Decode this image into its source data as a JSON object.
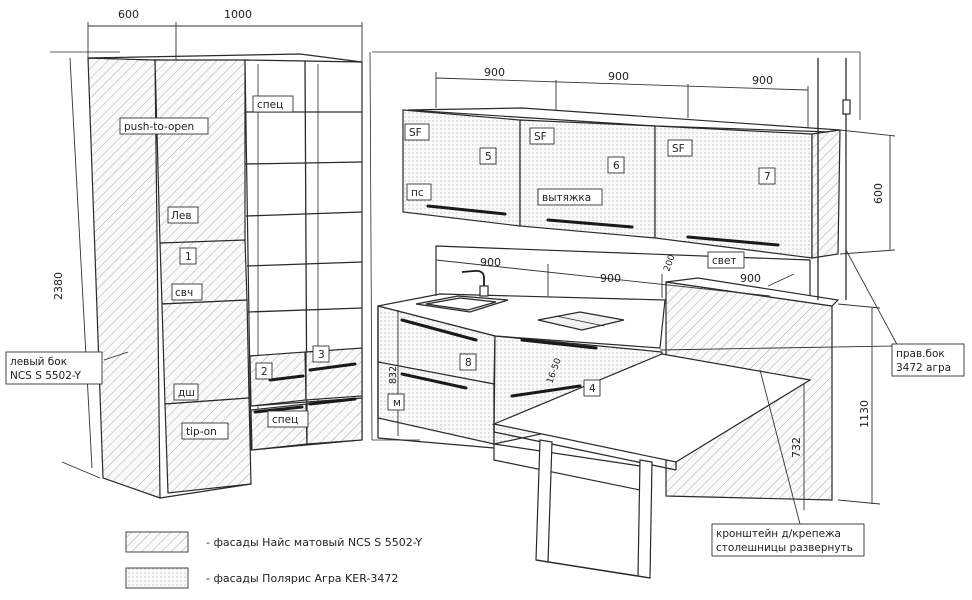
{
  "dimensions": {
    "tall_depth": "600",
    "shelf_width": "1000",
    "tall_height": "2380",
    "upper_w1": "900",
    "upper_w2": "900",
    "upper_w3": "900",
    "upper_height": "600",
    "base_w1": "900",
    "base_w2": "900",
    "base_w3": "900",
    "base_gap": "200",
    "base_height": "832",
    "counter_thick": "16-50",
    "right_height": "1130",
    "leg_height": "732"
  },
  "labels": {
    "push_to_open": "push-to-open",
    "lev": "Лев",
    "svch": "свч",
    "dsh": "дш",
    "tip_on": "tip-on",
    "spec_top": "спец",
    "spec_bottom": "спец",
    "sf_1": "SF",
    "sf_2": "SF",
    "sf_3": "SF",
    "ps": "пс",
    "vytyazhka": "вытяжка",
    "svet": "свет",
    "m": "м",
    "num_1": "1",
    "num_2": "2",
    "num_3": "3",
    "num_4": "4",
    "num_5": "5",
    "num_6": "6",
    "num_7": "7",
    "num_8": "8",
    "left_side_line1": "левый бок",
    "left_side_line2": "NCS S 5502-Y",
    "right_side_line1": "прав.бок",
    "right_side_line2": "3472 агра",
    "bracket_line1": "кронштейн д/крепежа",
    "bracket_line2": "столешницы развернуть"
  },
  "legend": [
    {
      "pattern": "hatch",
      "text": "- фасады Найс матовый NCS S 5502-Y"
    },
    {
      "pattern": "dots",
      "text": "- фасады Полярис Агра KER-3472"
    }
  ]
}
